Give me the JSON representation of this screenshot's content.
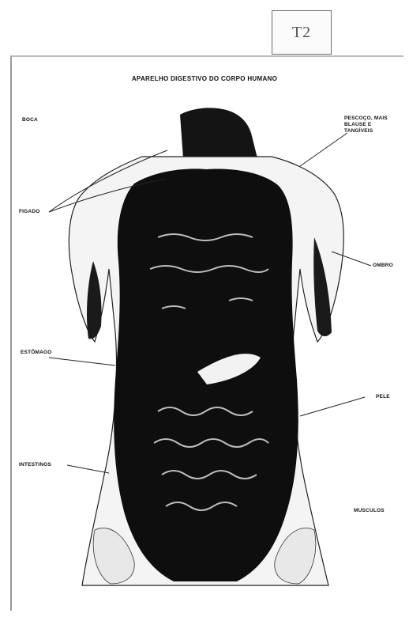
{
  "tag": {
    "text": "T2"
  },
  "diagram": {
    "title": "APARELHO DIGESTIVO DO CORPO HUMANO",
    "labels": {
      "left_top": "BOCA",
      "left_liver": "FIGADO",
      "left_stomach": "ESTÔMAGO",
      "left_intestine": "INTESTINOS",
      "right_top": "PESCOÇO, MAIS BLAUSE E TANGÍVEIS",
      "right_arm": "OMBRO",
      "right_skin": "PELE",
      "right_muscle": "MUSCULOS"
    }
  }
}
